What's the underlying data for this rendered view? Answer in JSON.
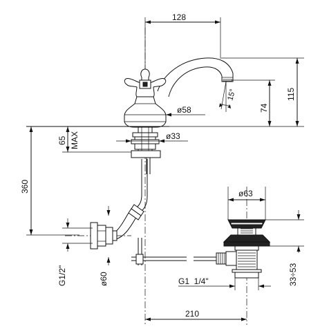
{
  "dimensions": {
    "top_width": "128",
    "height_total": "115",
    "spout_height": "74",
    "angle": "15°",
    "diameter_handle": "ø58",
    "diameter_shank": "ø33",
    "max_label": "MAX",
    "shank_length": "65",
    "overall_height": "360",
    "diameter_drain": "ø63",
    "connection_left": "G1/2\"",
    "diameter_escutcheon": "ø60",
    "drain_thread": "G1  1/4\"",
    "drain_range": "33÷53",
    "bottom_width": "210"
  }
}
